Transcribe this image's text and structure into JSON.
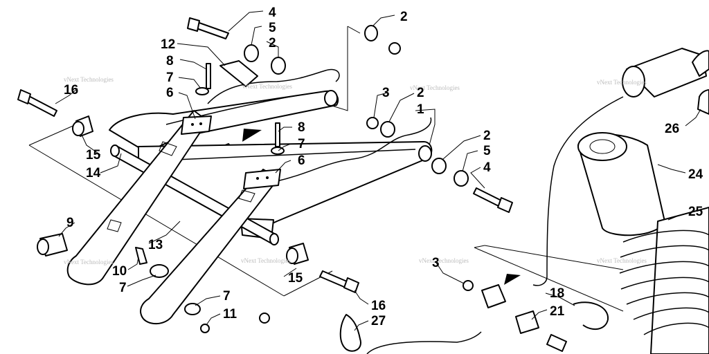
{
  "callouts": {
    "c1": "1",
    "c2": "2",
    "c3": "3",
    "c4": "4",
    "c5": "5",
    "c6": "6",
    "c7": "7",
    "c8": "8",
    "c9": "9",
    "c10": "10",
    "c11": "11",
    "c12": "12",
    "c13": "13",
    "c14": "14",
    "c15": "15",
    "c16": "16",
    "c18": "18",
    "c21": "21",
    "c24": "24",
    "c25": "25",
    "c26": "26",
    "c27": "27"
  },
  "watermark": "vNext Technologies"
}
